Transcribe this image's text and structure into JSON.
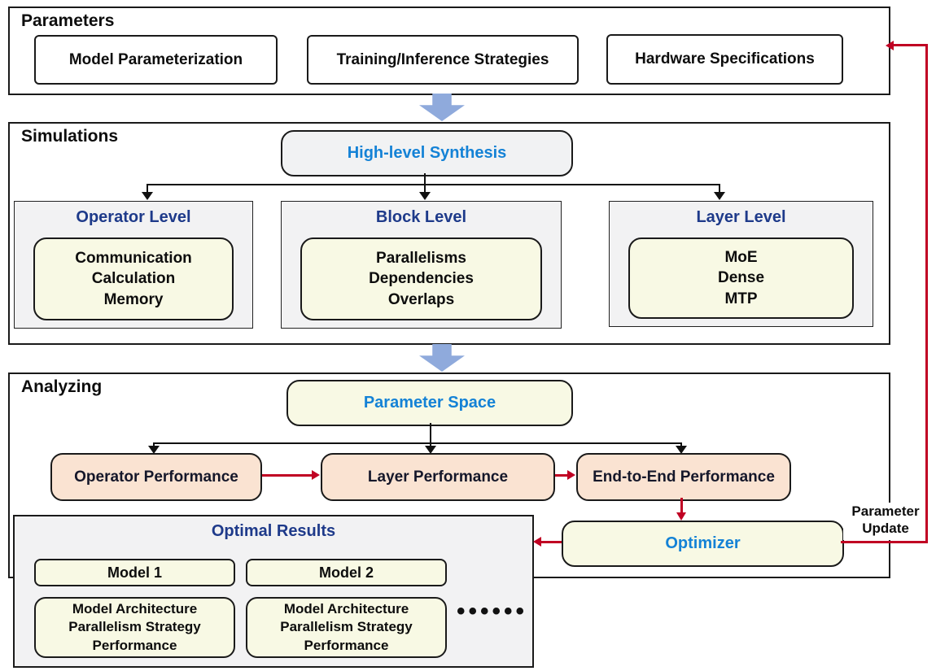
{
  "colors": {
    "red_accent": "#c00023",
    "blue_flow_arrow": "#8faadc",
    "bright_blue_text": "#1482d6",
    "navy_title": "#1e3a8a",
    "cream_fill": "#f8f9e4",
    "gray_fill": "#f2f2f3",
    "peach_fill": "#fae3d2"
  },
  "parameters": {
    "title": "Parameters",
    "items": [
      "Model Parameterization",
      "Training/Inference Strategies",
      "Hardware Specifications"
    ]
  },
  "simulations": {
    "title": "Simulations",
    "synthesis": "High-level Synthesis",
    "levels": [
      {
        "title": "Operator Level",
        "lines": [
          "Communication",
          "Calculation",
          "Memory"
        ]
      },
      {
        "title": "Block Level",
        "lines": [
          "Parallelisms",
          "Dependencies",
          "Overlaps"
        ]
      },
      {
        "title": "Layer Level",
        "lines": [
          "MoE",
          "Dense",
          "MTP"
        ]
      }
    ]
  },
  "analyzing": {
    "title": "Analyzing",
    "parameter_space": "Parameter Space",
    "performance": [
      "Operator Performance",
      "Layer Performance",
      "End-to-End Performance"
    ],
    "optimizer": "Optimizer",
    "parameter_update_line1": "Parameter",
    "parameter_update_line2": "Update"
  },
  "optimal_results": {
    "title": "Optimal Results",
    "models": [
      {
        "name": "Model 1",
        "details": [
          "Model Architecture",
          "Parallelism Strategy",
          "Performance"
        ]
      },
      {
        "name": "Model 2",
        "details": [
          "Model Architecture",
          "Parallelism Strategy",
          "Performance"
        ]
      }
    ],
    "ellipsis": "••••••"
  }
}
